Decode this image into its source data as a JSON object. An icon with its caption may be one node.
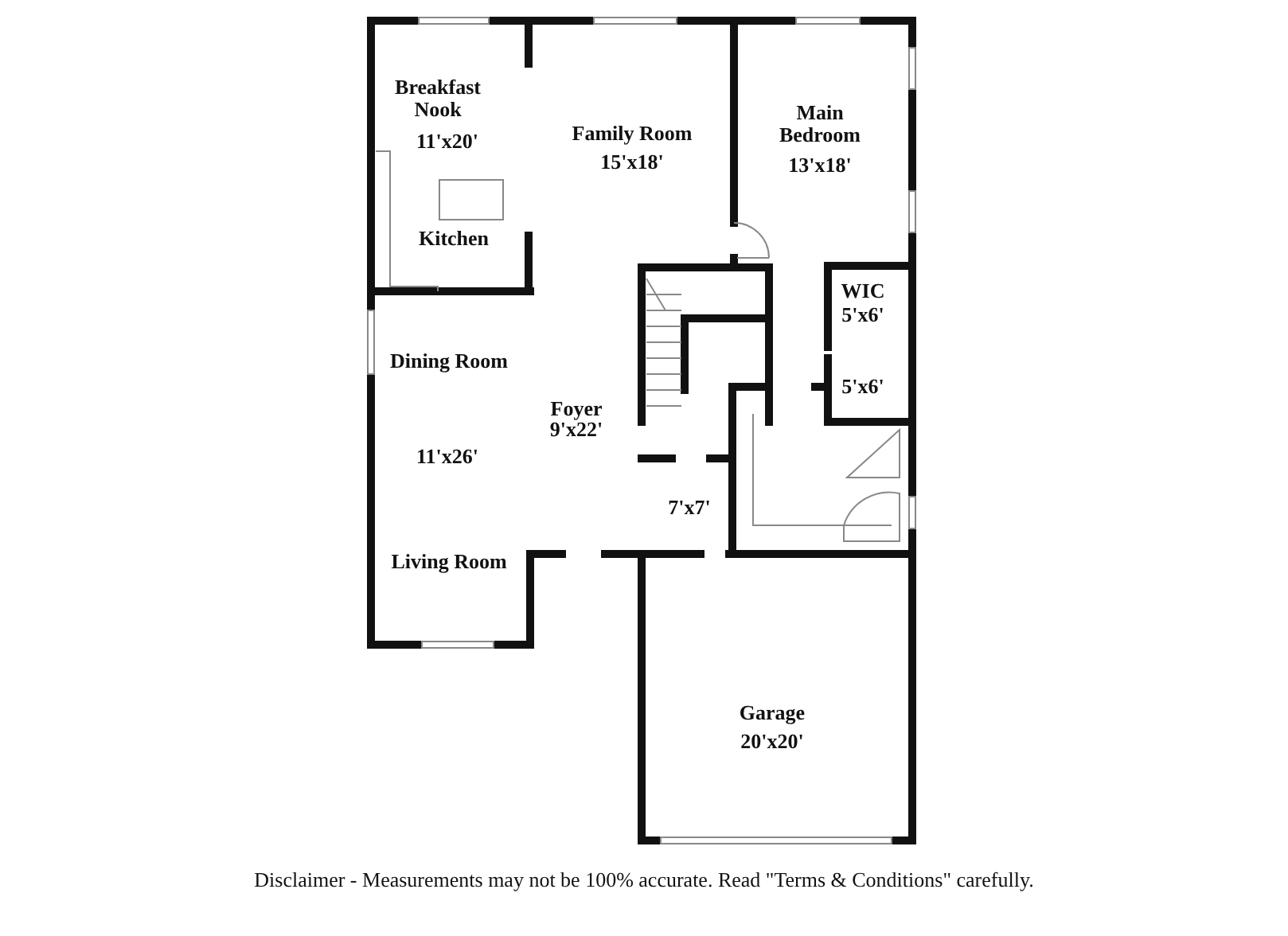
{
  "diagram": {
    "caption": "Disclaimer - Measurements may not be 100% accurate. Read \"Terms & Conditions\" carefully.",
    "labels": [
      "Breakfast Nook",
      "11'x20'",
      "Family Room",
      "15'x18'",
      "Main Bedroom",
      "13'x18'",
      "Kitchen",
      "WIC",
      "5'x6'",
      "Dining Room",
      "5'x6'",
      "Foyer",
      "9'x22'",
      "11'x26'",
      "7'x7'",
      "Living Room",
      "Garage",
      "20'x20'"
    ]
  }
}
